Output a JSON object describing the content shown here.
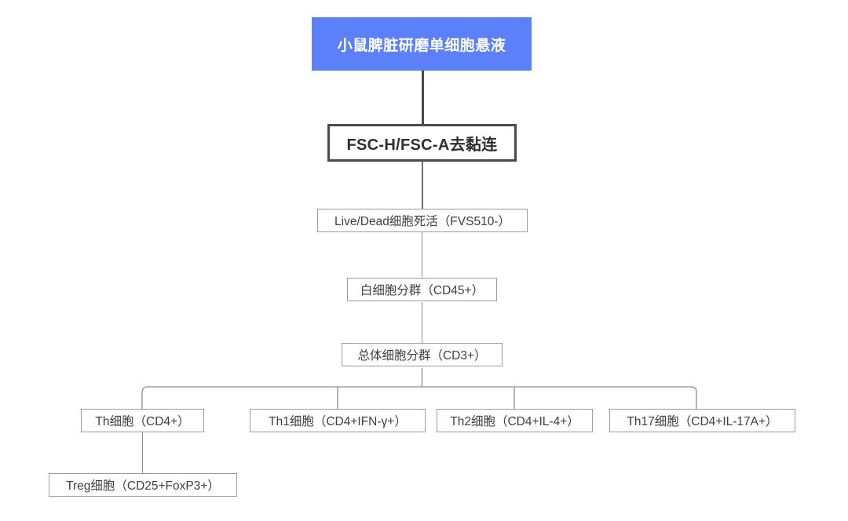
{
  "diagram": {
    "title_node": {
      "label": "小鼠脾脏研磨单细胞悬液",
      "color": "#5b80fa",
      "text_color": "#ffffff"
    },
    "nodes": [
      {
        "id": "root",
        "label": "小鼠脾脏研磨单细胞悬液"
      },
      {
        "id": "fsc",
        "label": "FSC-H/FSC-A去黏连"
      },
      {
        "id": "live",
        "label": "Live/Dead细胞死活（FVS510-）"
      },
      {
        "id": "cd45",
        "label": "白细胞分群（CD45+）"
      },
      {
        "id": "cd3",
        "label": "总体细胞分群（CD3+）"
      },
      {
        "id": "th",
        "label": "Th细胞（CD4+）"
      },
      {
        "id": "th1",
        "label": "Th1细胞（CD4+IFN-γ+）"
      },
      {
        "id": "th2",
        "label": "Th2细胞（CD4+IL-4+）"
      },
      {
        "id": "th17",
        "label": "Th17细胞（CD4+IL-17A+）"
      },
      {
        "id": "treg",
        "label": "Treg细胞（CD25+FoxP3+）"
      }
    ],
    "edges": [
      {
        "from": "root",
        "to": "fsc"
      },
      {
        "from": "fsc",
        "to": "live"
      },
      {
        "from": "live",
        "to": "cd45"
      },
      {
        "from": "cd45",
        "to": "cd3"
      },
      {
        "from": "cd3",
        "to": "th"
      },
      {
        "from": "cd3",
        "to": "th1"
      },
      {
        "from": "cd3",
        "to": "th2"
      },
      {
        "from": "cd3",
        "to": "th17"
      },
      {
        "from": "th",
        "to": "treg"
      }
    ],
    "styles": {
      "box_border": "#9b9b9b",
      "strong_border": "#4a4a4a",
      "line_color": "#8d8d8d",
      "text_color": "#3f3f3f"
    }
  }
}
